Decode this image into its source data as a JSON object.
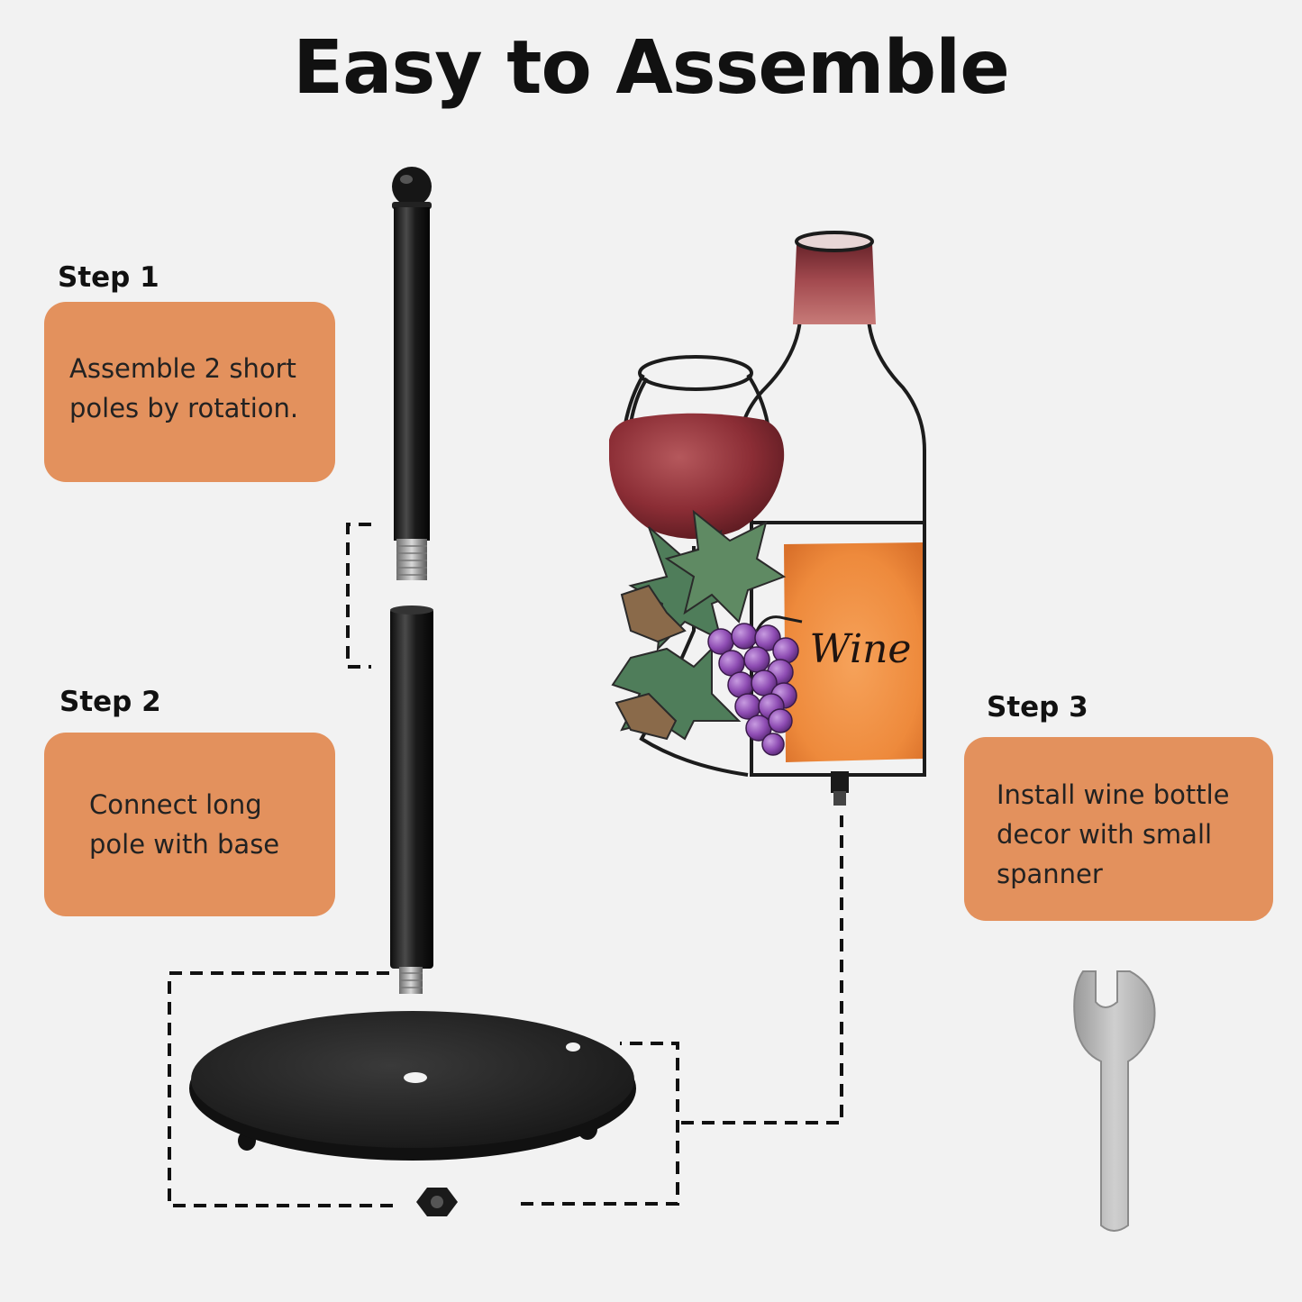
{
  "title": "Easy to Assemble",
  "steps": [
    {
      "label": "Step 1",
      "text": "Assemble 2 short poles by rotation."
    },
    {
      "label": "Step 2",
      "text": "Connect long pole with base"
    },
    {
      "label": "Step 3",
      "text": "Install wine bottle decor with small spanner"
    }
  ],
  "decor": {
    "bottle_label_text": "Wine"
  },
  "colors": {
    "background": "#f2f2f2",
    "step_box": "#e3915d",
    "wine": "#8b2d35",
    "label_orange": "#ee8a3c",
    "metal_black": "#1c1c1c",
    "spanner": "#b9b9b9"
  }
}
